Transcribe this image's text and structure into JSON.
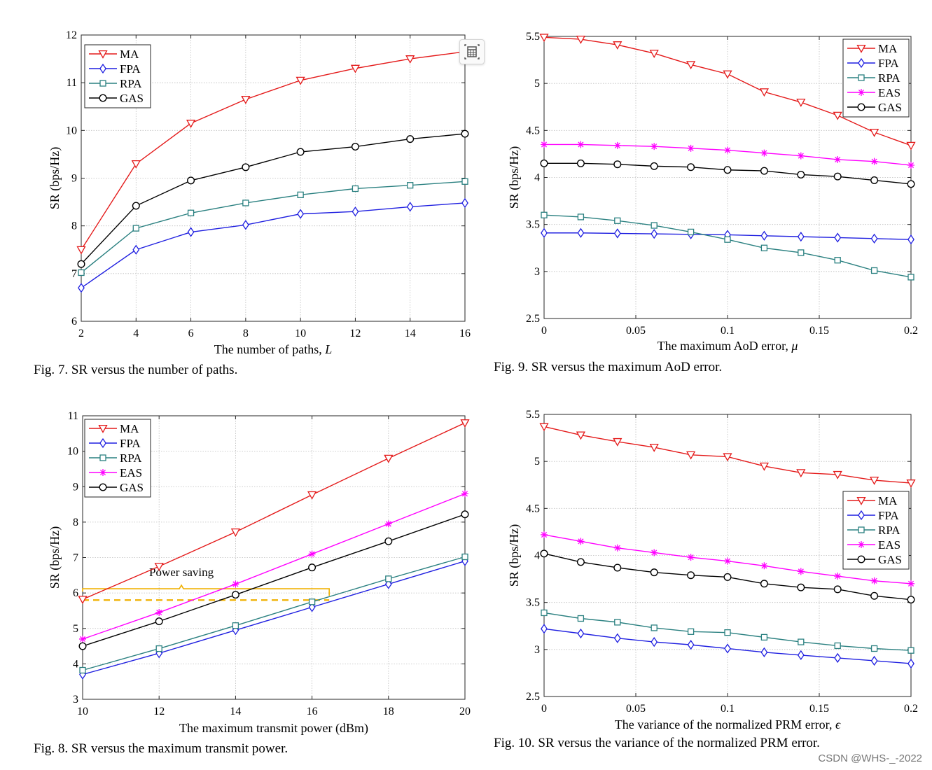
{
  "toolbar": {
    "icon": "table-calculator-icon"
  },
  "watermark": "CSDN @WHS-_-2022",
  "chart_data": [
    {
      "id": "fig7",
      "type": "line",
      "caption": "Fig. 7.  SR versus the number of paths.",
      "xlabel": "The number of paths, ",
      "xlabel_italic": "L",
      "ylabel": "SR (bps/Hz)",
      "xlim": [
        2,
        16
      ],
      "ylim": [
        6,
        12
      ],
      "xticks": [
        2,
        4,
        6,
        8,
        10,
        12,
        14,
        16
      ],
      "xtick_labels": [
        "2",
        "4",
        "6",
        "8",
        "10",
        "12",
        "14",
        "16"
      ],
      "yticks": [
        6,
        7,
        8,
        9,
        10,
        11,
        12
      ],
      "ytick_labels": [
        "6",
        "7",
        "8",
        "9",
        "10",
        "11",
        "12"
      ],
      "grid": true,
      "legend_position": "top-left",
      "x": [
        2,
        4,
        6,
        8,
        10,
        12,
        14,
        16
      ],
      "series": [
        {
          "name": "MA",
          "color": "#e41a1a",
          "marker": "triangle-down",
          "values": [
            7.5,
            9.3,
            10.15,
            10.65,
            11.05,
            11.3,
            11.5,
            11.65
          ]
        },
        {
          "name": "FPA",
          "color": "#1f1fe0",
          "marker": "diamond",
          "values": [
            6.7,
            7.5,
            7.87,
            8.02,
            8.25,
            8.3,
            8.4,
            8.48
          ]
        },
        {
          "name": "RPA",
          "color": "#2a8080",
          "marker": "square",
          "values": [
            7.02,
            7.95,
            8.27,
            8.48,
            8.65,
            8.78,
            8.85,
            8.93
          ]
        },
        {
          "name": "GAS",
          "color": "#000000",
          "marker": "circle",
          "values": [
            7.2,
            8.42,
            8.95,
            9.23,
            9.55,
            9.66,
            9.82,
            9.93
          ]
        }
      ]
    },
    {
      "id": "fig8",
      "type": "line",
      "caption": "Fig. 8.  SR versus the maximum transmit power.",
      "xlabel": "The maximum transmit power (dBm)",
      "xlabel_italic": "",
      "ylabel": "SR (bps/Hz)",
      "xlim": [
        10,
        20
      ],
      "ylim": [
        3,
        11
      ],
      "xticks": [
        10,
        12,
        14,
        16,
        18,
        20
      ],
      "xtick_labels": [
        "10",
        "12",
        "14",
        "16",
        "18",
        "20"
      ],
      "yticks": [
        3,
        4,
        5,
        6,
        7,
        8,
        9,
        10,
        11
      ],
      "ytick_labels": [
        "3",
        "4",
        "5",
        "6",
        "7",
        "8",
        "9",
        "10",
        "11"
      ],
      "grid": true,
      "legend_position": "top-left",
      "x": [
        10,
        12,
        14,
        16,
        18,
        20
      ],
      "series": [
        {
          "name": "MA",
          "color": "#e41a1a",
          "marker": "triangle-down",
          "values": [
            5.82,
            6.75,
            7.72,
            8.77,
            9.8,
            10.8
          ]
        },
        {
          "name": "FPA",
          "color": "#1f1fe0",
          "marker": "diamond",
          "values": [
            3.7,
            4.3,
            4.95,
            5.6,
            6.25,
            6.9
          ]
        },
        {
          "name": "RPA",
          "color": "#2a8080",
          "marker": "square",
          "values": [
            3.82,
            4.43,
            5.08,
            5.75,
            6.4,
            7.02
          ]
        },
        {
          "name": "EAS",
          "color": "#ff00ff",
          "marker": "asterisk",
          "values": [
            4.7,
            5.45,
            6.25,
            7.1,
            7.95,
            8.8
          ]
        },
        {
          "name": "GAS",
          "color": "#000000",
          "marker": "circle",
          "values": [
            4.5,
            5.2,
            5.95,
            6.72,
            7.46,
            8.22
          ]
        }
      ],
      "annotation": {
        "text": "Power saving",
        "color": "#f0b000",
        "dashed_level": 5.8,
        "bracket_from_x": 10,
        "bracket_to_x": 16.45,
        "bracket_level": 6.12
      }
    },
    {
      "id": "fig9",
      "type": "line",
      "caption": "Fig. 9.  SR versus the maximum AoD error.",
      "xlabel": "The maximum AoD error, ",
      "xlabel_italic": "μ",
      "ylabel": "SR (bps/Hz)",
      "xlim": [
        0,
        0.2
      ],
      "ylim": [
        2.5,
        5.5
      ],
      "xticks": [
        0,
        0.05,
        0.1,
        0.15,
        0.2
      ],
      "xtick_labels": [
        "0",
        "0.05",
        "0.1",
        "0.15",
        "0.2"
      ],
      "yticks": [
        2.5,
        3,
        3.5,
        4,
        4.5,
        5,
        5.5
      ],
      "ytick_labels": [
        "2.5",
        "3",
        "3.5",
        "4",
        "4.5",
        "5",
        "5.5"
      ],
      "grid": true,
      "legend_position": "top-right",
      "x": [
        0,
        0.02,
        0.04,
        0.06,
        0.08,
        0.1,
        0.12,
        0.14,
        0.16,
        0.18,
        0.2
      ],
      "series": [
        {
          "name": "MA",
          "color": "#e41a1a",
          "marker": "triangle-down",
          "values": [
            5.49,
            5.47,
            5.41,
            5.32,
            5.2,
            5.1,
            4.91,
            4.8,
            4.66,
            4.48,
            4.34
          ]
        },
        {
          "name": "FPA",
          "color": "#1f1fe0",
          "marker": "diamond",
          "values": [
            3.41,
            3.41,
            3.405,
            3.4,
            3.395,
            3.39,
            3.38,
            3.37,
            3.36,
            3.35,
            3.34
          ]
        },
        {
          "name": "RPA",
          "color": "#2a8080",
          "marker": "square",
          "values": [
            3.6,
            3.58,
            3.54,
            3.49,
            3.42,
            3.34,
            3.25,
            3.2,
            3.12,
            3.01,
            2.94
          ]
        },
        {
          "name": "EAS",
          "color": "#ff00ff",
          "marker": "asterisk",
          "values": [
            4.35,
            4.35,
            4.34,
            4.33,
            4.31,
            4.29,
            4.26,
            4.23,
            4.19,
            4.17,
            4.13
          ]
        },
        {
          "name": "GAS",
          "color": "#000000",
          "marker": "circle",
          "values": [
            4.15,
            4.15,
            4.14,
            4.12,
            4.11,
            4.08,
            4.07,
            4.03,
            4.01,
            3.97,
            3.93
          ]
        }
      ]
    },
    {
      "id": "fig10",
      "type": "line",
      "caption": "Fig. 10.  SR versus the variance of the normalized PRM error.",
      "xlabel": "The variance of the normalized PRM error, ",
      "xlabel_italic": "ϵ",
      "ylabel": "SR (bps/Hz)",
      "xlim": [
        0,
        0.2
      ],
      "ylim": [
        2.5,
        5.5
      ],
      "xticks": [
        0,
        0.05,
        0.1,
        0.15,
        0.2
      ],
      "xtick_labels": [
        "0",
        "0.05",
        "0.1",
        "0.15",
        "0.2"
      ],
      "yticks": [
        2.5,
        3,
        3.5,
        4,
        4.5,
        5,
        5.5
      ],
      "ytick_labels": [
        "2.5",
        "3",
        "3.5",
        "4",
        "4.5",
        "5",
        "5.5"
      ],
      "grid": true,
      "legend_position": "right",
      "x": [
        0,
        0.02,
        0.04,
        0.06,
        0.08,
        0.1,
        0.12,
        0.14,
        0.16,
        0.18,
        0.2
      ],
      "series": [
        {
          "name": "MA",
          "color": "#e41a1a",
          "marker": "triangle-down",
          "values": [
            5.37,
            5.28,
            5.21,
            5.15,
            5.07,
            5.05,
            4.95,
            4.88,
            4.86,
            4.8,
            4.77
          ]
        },
        {
          "name": "FPA",
          "color": "#1f1fe0",
          "marker": "diamond",
          "values": [
            3.22,
            3.17,
            3.12,
            3.08,
            3.05,
            3.01,
            2.97,
            2.94,
            2.91,
            2.88,
            2.85
          ]
        },
        {
          "name": "RPA",
          "color": "#2a8080",
          "marker": "square",
          "values": [
            3.39,
            3.33,
            3.29,
            3.23,
            3.19,
            3.18,
            3.13,
            3.08,
            3.04,
            3.01,
            2.99
          ]
        },
        {
          "name": "EAS",
          "color": "#ff00ff",
          "marker": "asterisk",
          "values": [
            4.22,
            4.15,
            4.08,
            4.03,
            3.98,
            3.94,
            3.89,
            3.83,
            3.78,
            3.73,
            3.7
          ]
        },
        {
          "name": "GAS",
          "color": "#000000",
          "marker": "circle",
          "values": [
            4.02,
            3.93,
            3.87,
            3.82,
            3.79,
            3.77,
            3.7,
            3.66,
            3.64,
            3.57,
            3.53
          ]
        }
      ]
    }
  ]
}
